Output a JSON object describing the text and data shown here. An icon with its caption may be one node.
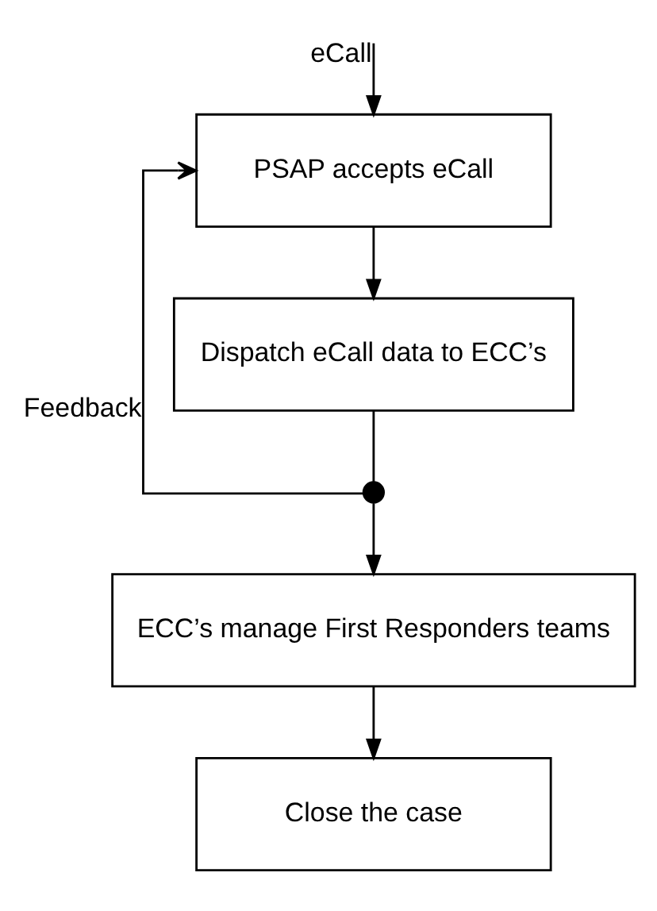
{
  "diagram": {
    "nodes": [
      {
        "text": [
          "PSAP accepts eCall"
        ]
      },
      {
        "text": [
          "Dispatch eCall data to ECC’s"
        ]
      },
      {
        "text": [],
        "shape": "circle"
      },
      {
        "text": [
          "ECC’s manage First Responders teams"
        ]
      },
      {
        "text": [
          "Close the case"
        ]
      }
    ],
    "edges": [
      {
        "from": null,
        "to": 0,
        "arrow": "to",
        "label": "eCall"
      },
      {
        "from": 0,
        "to": 1,
        "arrow": "to"
      },
      {
        "from": 1,
        "to": 2,
        "arrow": "none"
      },
      {
        "from": 2,
        "to": 3,
        "arrow": "to"
      },
      {
        "from": 2,
        "to": 0,
        "arrow": "to",
        "label": "Feedback"
      },
      {
        "from": 3,
        "to": 4,
        "arrow": "to"
      }
    ]
  }
}
